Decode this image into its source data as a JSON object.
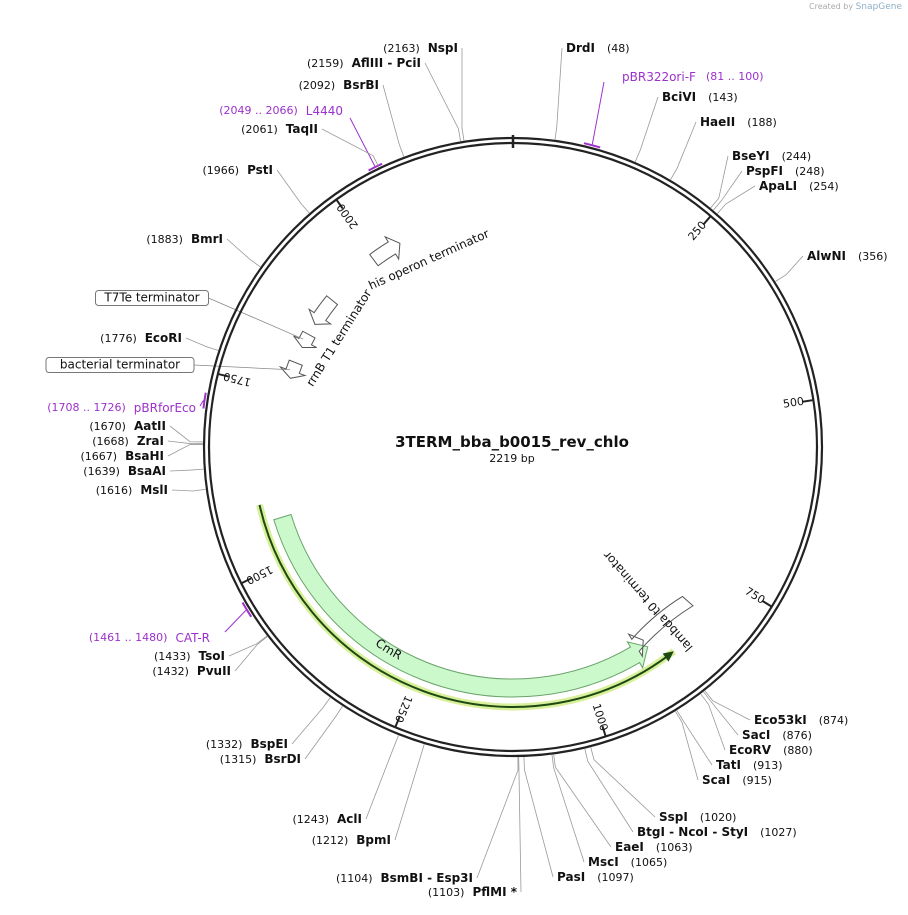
{
  "credit": {
    "created_by": "Created by",
    "app": "SnapGene"
  },
  "plasmid": {
    "name": "3TERM_bba_b0015_rev_chlo",
    "size_label": "2219 bp",
    "length": 2219
  },
  "colors": {
    "backbone": "#222222",
    "primer": "#9c31cc",
    "feature_fill": "#ccf9cc",
    "feature_stroke": "#6aa36a",
    "highlight": "#d9ef9a",
    "orf": "#1c4a12"
  },
  "ticks": [
    {
      "pos": 250,
      "label": "250"
    },
    {
      "pos": 500,
      "label": "500"
    },
    {
      "pos": 750,
      "label": "750"
    },
    {
      "pos": 1000,
      "label": "1000"
    },
    {
      "pos": 1250,
      "label": "1250"
    },
    {
      "pos": 1500,
      "label": "1500"
    },
    {
      "pos": 1750,
      "label": "1750"
    },
    {
      "pos": 2000,
      "label": "2000"
    }
  ],
  "sites": [
    {
      "name": "DrdI",
      "pos": 48,
      "pos_label": "(48)"
    },
    {
      "name": "BciVI",
      "pos": 143,
      "pos_label": "(143)"
    },
    {
      "name": "HaeII",
      "pos": 188,
      "pos_label": "(188)"
    },
    {
      "name": "BseYI",
      "pos": 244,
      "pos_label": "(244)"
    },
    {
      "name": "PspFI",
      "pos": 248,
      "pos_label": "(248)"
    },
    {
      "name": "ApaLI",
      "pos": 254,
      "pos_label": "(254)"
    },
    {
      "name": "AlwNI",
      "pos": 356,
      "pos_label": "(356)"
    },
    {
      "name": "Eco53kI",
      "pos": 874,
      "pos_label": "(874)"
    },
    {
      "name": "SacI",
      "pos": 876,
      "pos_label": "(876)"
    },
    {
      "name": "EcoRV",
      "pos": 880,
      "pos_label": "(880)"
    },
    {
      "name": "TatI",
      "pos": 913,
      "pos_label": "(913)"
    },
    {
      "name": "ScaI",
      "pos": 915,
      "pos_label": "(915)"
    },
    {
      "name": "SspI",
      "pos": 1020,
      "pos_label": "(1020)"
    },
    {
      "name": "BtgI - NcoI - StyI",
      "pos": 1027,
      "pos_label": "(1027)"
    },
    {
      "name": "EaeI",
      "pos": 1063,
      "pos_label": "(1063)"
    },
    {
      "name": "MscI",
      "pos": 1065,
      "pos_label": "(1065)"
    },
    {
      "name": "PasI",
      "pos": 1097,
      "pos_label": "(1097)"
    },
    {
      "name": "PflMI *",
      "pos": 1103,
      "pos_label": "(1103)"
    },
    {
      "name": "BsmBI - Esp3I",
      "pos": 1104,
      "pos_label": "(1104)"
    },
    {
      "name": "BpmI",
      "pos": 1212,
      "pos_label": "(1212)"
    },
    {
      "name": "AclI",
      "pos": 1243,
      "pos_label": "(1243)"
    },
    {
      "name": "BsrDI",
      "pos": 1315,
      "pos_label": "(1315)"
    },
    {
      "name": "BspEI",
      "pos": 1332,
      "pos_label": "(1332)"
    },
    {
      "name": "PvuII",
      "pos": 1432,
      "pos_label": "(1432)"
    },
    {
      "name": "TsoI",
      "pos": 1433,
      "pos_label": "(1433)"
    },
    {
      "name": "MslI",
      "pos": 1616,
      "pos_label": "(1616)"
    },
    {
      "name": "BsaAI",
      "pos": 1639,
      "pos_label": "(1639)"
    },
    {
      "name": "BsaHI",
      "pos": 1667,
      "pos_label": "(1667)"
    },
    {
      "name": "ZraI",
      "pos": 1668,
      "pos_label": "(1668)"
    },
    {
      "name": "AatII",
      "pos": 1670,
      "pos_label": "(1670)"
    },
    {
      "name": "EcoRI",
      "pos": 1776,
      "pos_label": "(1776)"
    },
    {
      "name": "BmrI",
      "pos": 1883,
      "pos_label": "(1883)"
    },
    {
      "name": "PstI",
      "pos": 1966,
      "pos_label": "(1966)"
    },
    {
      "name": "TaqII",
      "pos": 2061,
      "pos_label": "(2061)"
    },
    {
      "name": "BsrBI",
      "pos": 2092,
      "pos_label": "(2092)"
    },
    {
      "name": "AflIII - PciI",
      "pos": 2159,
      "pos_label": "(2159)"
    },
    {
      "name": "NspI",
      "pos": 2163,
      "pos_label": "(2163)"
    }
  ],
  "primers": [
    {
      "name": "pBR322ori-F",
      "range_label": "(81 .. 100)",
      "start": 81,
      "end": 100
    },
    {
      "name": "CAT-R",
      "range_label": "(1461 .. 1480)",
      "start": 1461,
      "end": 1480
    },
    {
      "name": "pBRforEco",
      "range_label": "(1708 .. 1726)",
      "start": 1708,
      "end": 1726
    },
    {
      "name": "L4440",
      "range_label": "(2049 .. 2066)",
      "start": 2049,
      "end": 2066
    }
  ],
  "features": [
    {
      "name": "CmR",
      "start": 1560,
      "end": 900,
      "direction": "reverse"
    },
    {
      "name": "lambda t0 terminator",
      "start": 810,
      "end": 900,
      "direction": "reverse"
    },
    {
      "name": "his operon terminator",
      "start": 1993,
      "end": 2040,
      "direction": "forward"
    },
    {
      "name": "rrnB T1 terminator",
      "start": 1905,
      "end": 1860,
      "direction": "reverse"
    },
    {
      "name": "T7Te terminator",
      "start": 1842,
      "end": 1820,
      "direction": "reverse"
    },
    {
      "name": "bacterial terminator",
      "start": 1795,
      "end": 1770,
      "direction": "reverse"
    }
  ]
}
